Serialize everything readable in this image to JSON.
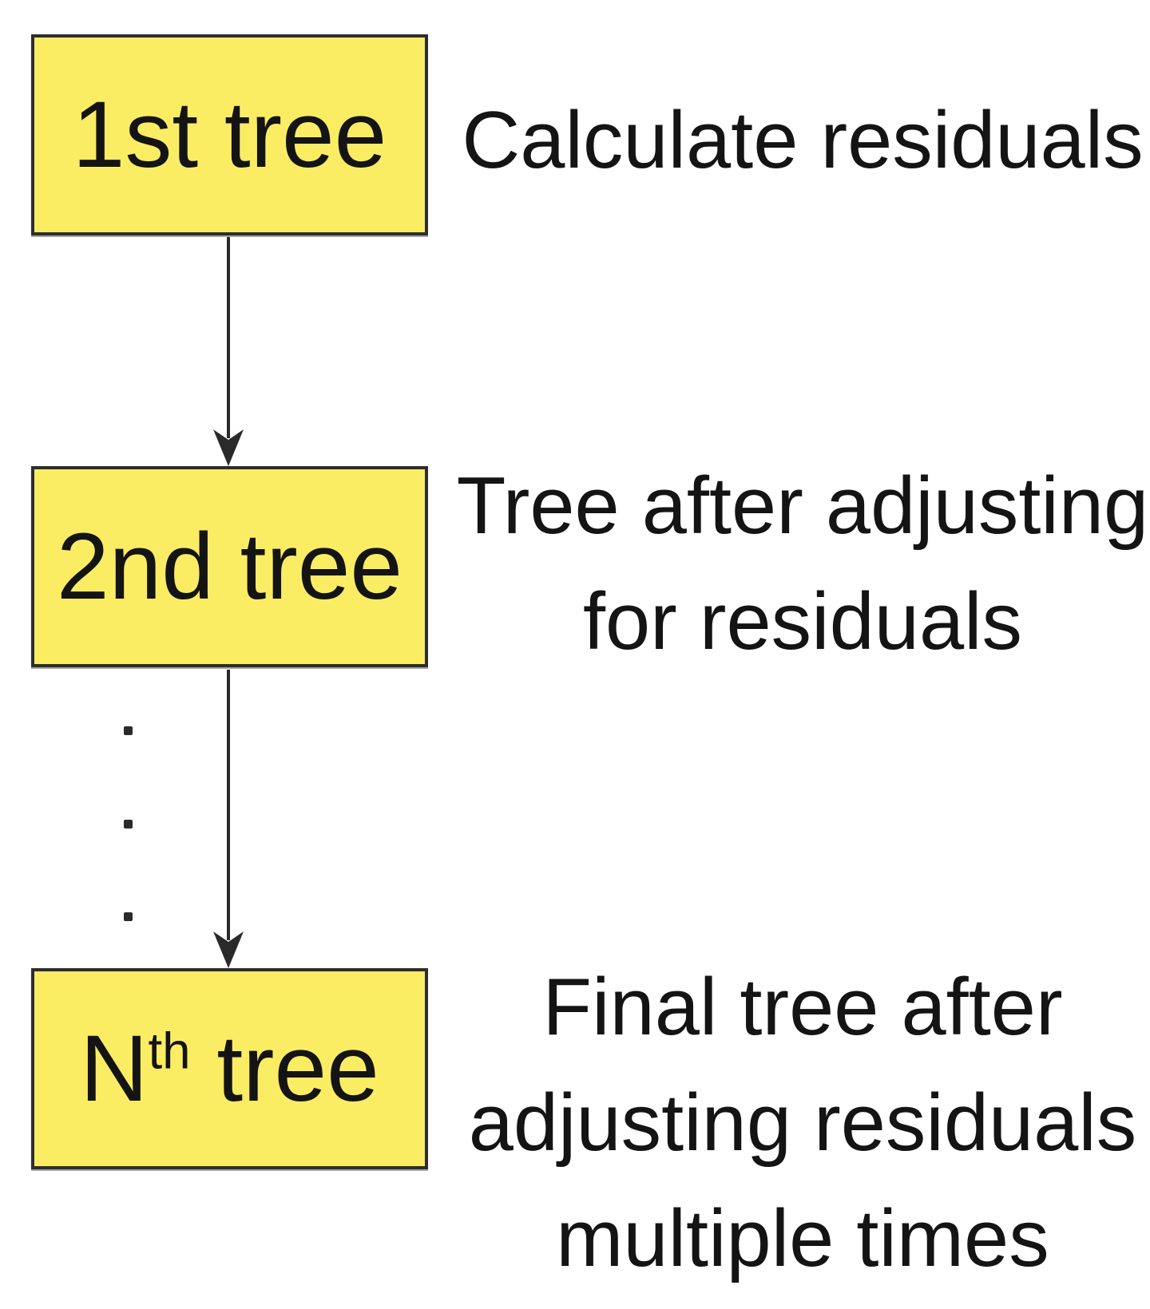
{
  "diagram": {
    "nodes": [
      {
        "label": "1st tree",
        "annotation_lines": [
          "Calculate residuals"
        ]
      },
      {
        "label": "2nd tree",
        "annotation_lines": [
          "Tree after adjusting",
          "for residuals"
        ]
      },
      {
        "label_base": "N",
        "label_superscript": "th",
        "label_suffix": " tree",
        "annotation_lines": [
          "Final tree after",
          "adjusting residuals",
          "multiple times"
        ]
      }
    ],
    "connectors": [
      {
        "from": "1st tree",
        "to": "2nd tree",
        "direction": "down"
      },
      {
        "from": "2nd tree",
        "to": "Nth tree",
        "direction": "down"
      }
    ],
    "ellipsis_dot_count": 3,
    "colors": {
      "background": "#ffffff",
      "node_fill": "#faed63",
      "node_border": "#2d2d2d",
      "connector": "#2a2a2a",
      "text": "#141414"
    }
  }
}
